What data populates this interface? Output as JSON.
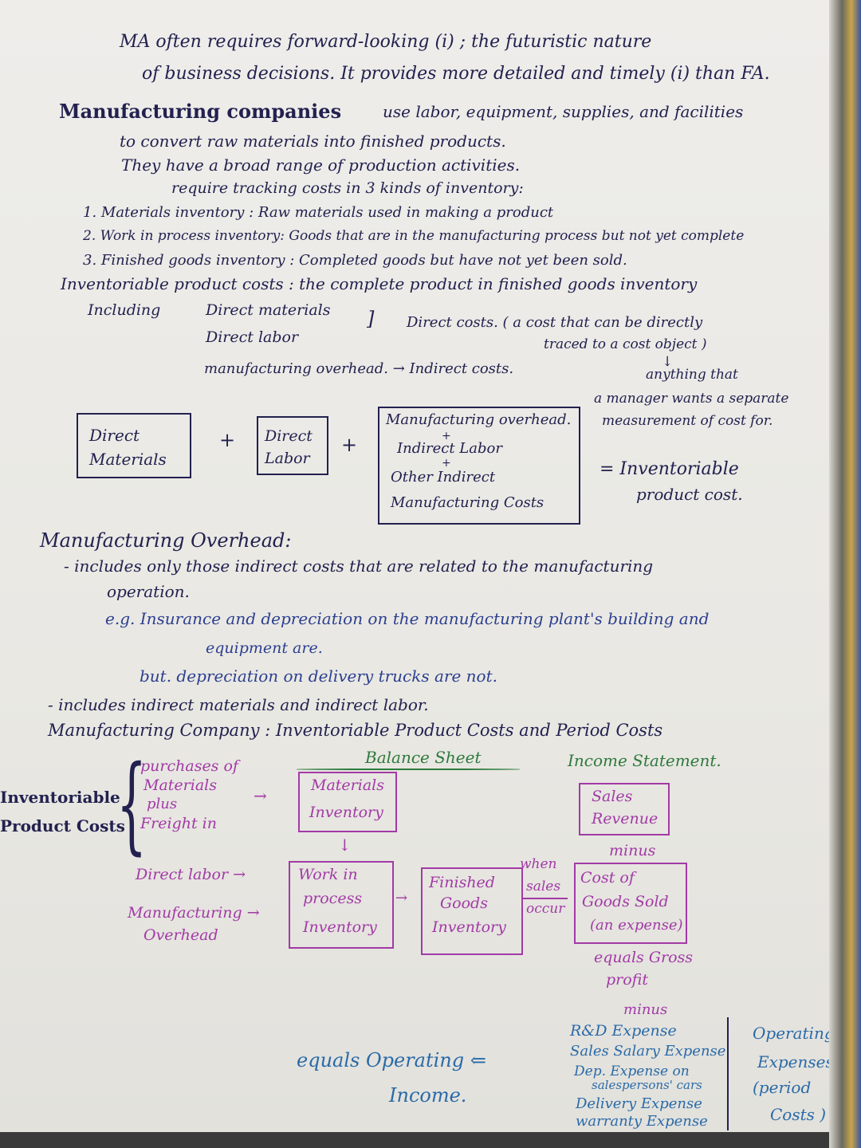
{
  "intro": {
    "line1": "MA often requires forward-looking (i) ; the futuristic nature",
    "line2": "of business decisions. It provides more detailed and timely (i) than FA."
  },
  "mfg": {
    "heading": "Manufacturing companies",
    "line1_rest": "use labor, equipment, supplies, and facilities",
    "line2": "to convert raw materials into finished products.",
    "line3": "They have a broad range of production activities.",
    "line4": "require tracking costs in 3 kinds of inventory:",
    "items": [
      "1. Materials inventory : Raw materials used in making a product",
      "2. Work in process inventory: Goods that are in the manufacturing process but not yet complete",
      "3. Finished goods inventory : Completed goods but have not yet been sold."
    ]
  },
  "ipc": {
    "title": "Inventoriable product costs : the complete product in finished goods inventory",
    "including": "Including",
    "dm": "Direct materials",
    "dl": "Direct labor",
    "direct_costs": "Direct costs. ( a cost that can be directly",
    "traced": "traced to a cost object )",
    "arrow_down": "↓",
    "anything": "anything that",
    "manager": "a manager wants a separate",
    "measurement": "measurement of cost for.",
    "moh": "manufacturing overhead. → Indirect costs."
  },
  "equation": {
    "box1": [
      "Direct",
      "Materials"
    ],
    "plus": "+",
    "box2": [
      "Direct",
      "Labor"
    ],
    "box3": [
      "Manufacturing overhead.",
      "+",
      "Indirect Labor",
      "+",
      "Other Indirect",
      "Manufacturing Costs"
    ],
    "equals": "= Inventoriable",
    "result2": "product cost."
  },
  "overhead": {
    "title": "Manufacturing Overhead:",
    "b1": "- includes only those indirect costs that are related to the manufacturing",
    "b1b": "operation.",
    "eg": "e.g. Insurance and depreciation on the manufacturing plant's building and",
    "eg2": "equipment are.",
    "but": "but. depreciation on delivery trucks are not.",
    "b2": "- includes indirect materials and indirect labor."
  },
  "flow": {
    "title": "Manufacturing Company : Inventoriable Product Costs and Period Costs",
    "balance_sheet": "Balance Sheet",
    "income_statement": "Income Statement.",
    "side_label": [
      "Inventoriable",
      "Product Costs"
    ],
    "purchases": [
      "purchases of",
      "Materials",
      "plus",
      "Freight in"
    ],
    "direct_labor": "Direct labor →",
    "moh": [
      "Manufacturing →",
      "Overhead"
    ],
    "materials_inv": [
      "Materials",
      "Inventory"
    ],
    "wip": [
      "Work in",
      "process",
      "Inventory"
    ],
    "fg": [
      "Finished",
      "Goods",
      "Inventory"
    ],
    "when_sales": [
      "when",
      "sales",
      "occur"
    ],
    "sales_rev": [
      "Sales",
      "Revenue"
    ],
    "minus1": "minus",
    "cogs": [
      "Cost of",
      "Goods Sold",
      "(an expense)"
    ],
    "equals_gp": [
      "equals Gross",
      "profit"
    ],
    "minus2": "minus",
    "expenses": [
      "R&D Expense",
      "Sales Salary Expense",
      "Dep. Expense on",
      "salespersons' cars",
      "Delivery Expense",
      "warranty Expense"
    ],
    "opex": [
      "Operating",
      "Expenses",
      "(period",
      "Costs )"
    ],
    "op_income": [
      "equals Operating ⇐",
      "Income."
    ]
  }
}
